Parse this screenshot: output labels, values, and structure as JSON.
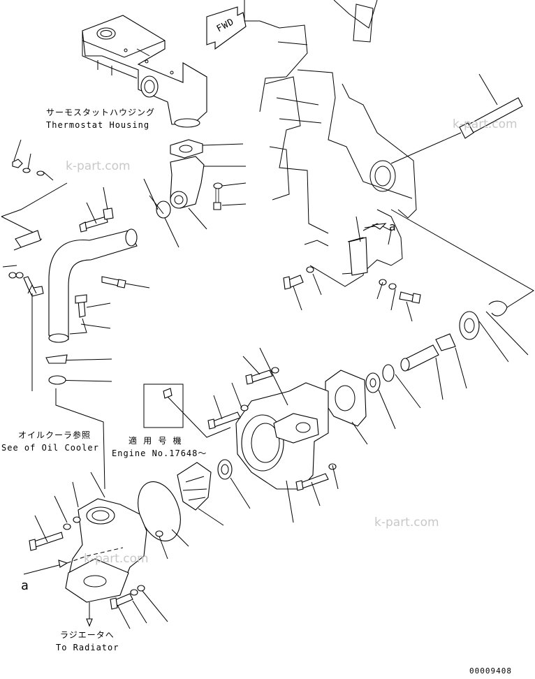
{
  "labels": {
    "thermostat_jp": "サーモスタットハウジング",
    "thermostat_en": "Thermostat Housing",
    "oil_cooler_jp": "オイルクーラ参照",
    "oil_cooler_en": "See of Oil Cooler",
    "applicable_jp": "適 用 号 機",
    "engine_no": "Engine No.17648～",
    "radiator_jp": "ラジエータへ",
    "radiator_en": "To Radiator",
    "fwd": "FWD",
    "ref_a_top": "a",
    "ref_a_bottom": "a",
    "drawing_no": "00009408"
  },
  "watermarks": [
    "k-part.com",
    "k-part.com",
    "k-part.com",
    "k-part.com"
  ]
}
